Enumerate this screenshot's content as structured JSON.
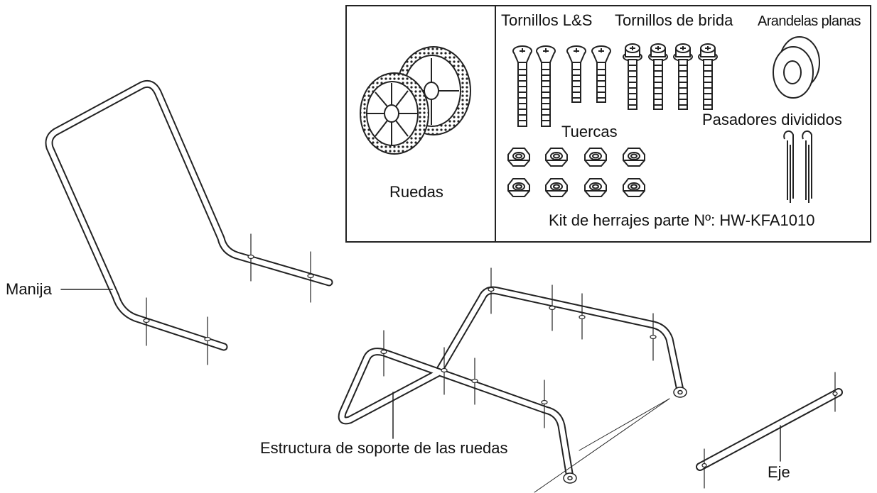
{
  "hardware_kit": {
    "wheels_label": "Ruedas",
    "ls_screws_label": "Tornillos L&S",
    "flange_screws_label": "Tornillos de brida",
    "flat_washers_label": "Arandelas planas",
    "nuts_label": "Tuercas",
    "split_pins_label": "Pasadores divididos",
    "kit_part_label": "Kit de herrajes parte Nº: HW-KFA1010"
  },
  "parts": {
    "handle_label": "Manija",
    "wheel_frame_label": "Estructura de soporte de las ruedas",
    "axle_label": "Eje"
  },
  "colors": {
    "line": "#222222",
    "background": "#ffffff"
  }
}
